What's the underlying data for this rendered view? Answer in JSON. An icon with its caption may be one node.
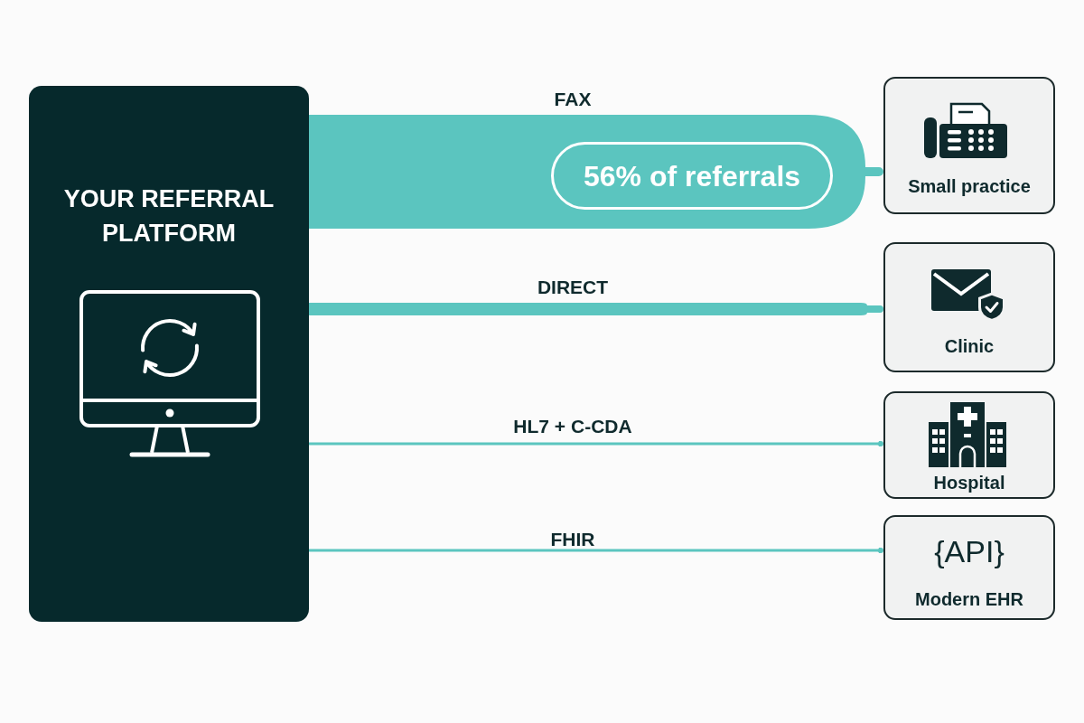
{
  "diagram": {
    "nodes": [
      {
        "text": [
          "YOUR REFERRAL PLATFORM"
        ]
      },
      {
        "text": [
          "56% of referrals"
        ]
      },
      {
        "text": [
          "Small practice"
        ]
      },
      {
        "text": [
          "Clinic"
        ]
      },
      {
        "text": [
          "Hospital"
        ]
      },
      {
        "text": [
          "{API}",
          "Modern EHR"
        ]
      }
    ],
    "edges": [
      {
        "from": 0,
        "to": 2,
        "arrow": "none",
        "label": "FAX",
        "style": "thick"
      },
      {
        "from": 0,
        "to": 3,
        "arrow": "none",
        "label": "DIRECT",
        "style": "thick"
      },
      {
        "from": 0,
        "to": 4,
        "arrow": "none",
        "label": "HL7 + C-CDA"
      },
      {
        "from": 0,
        "to": 5,
        "arrow": "none",
        "label": "FHIR"
      }
    ]
  }
}
